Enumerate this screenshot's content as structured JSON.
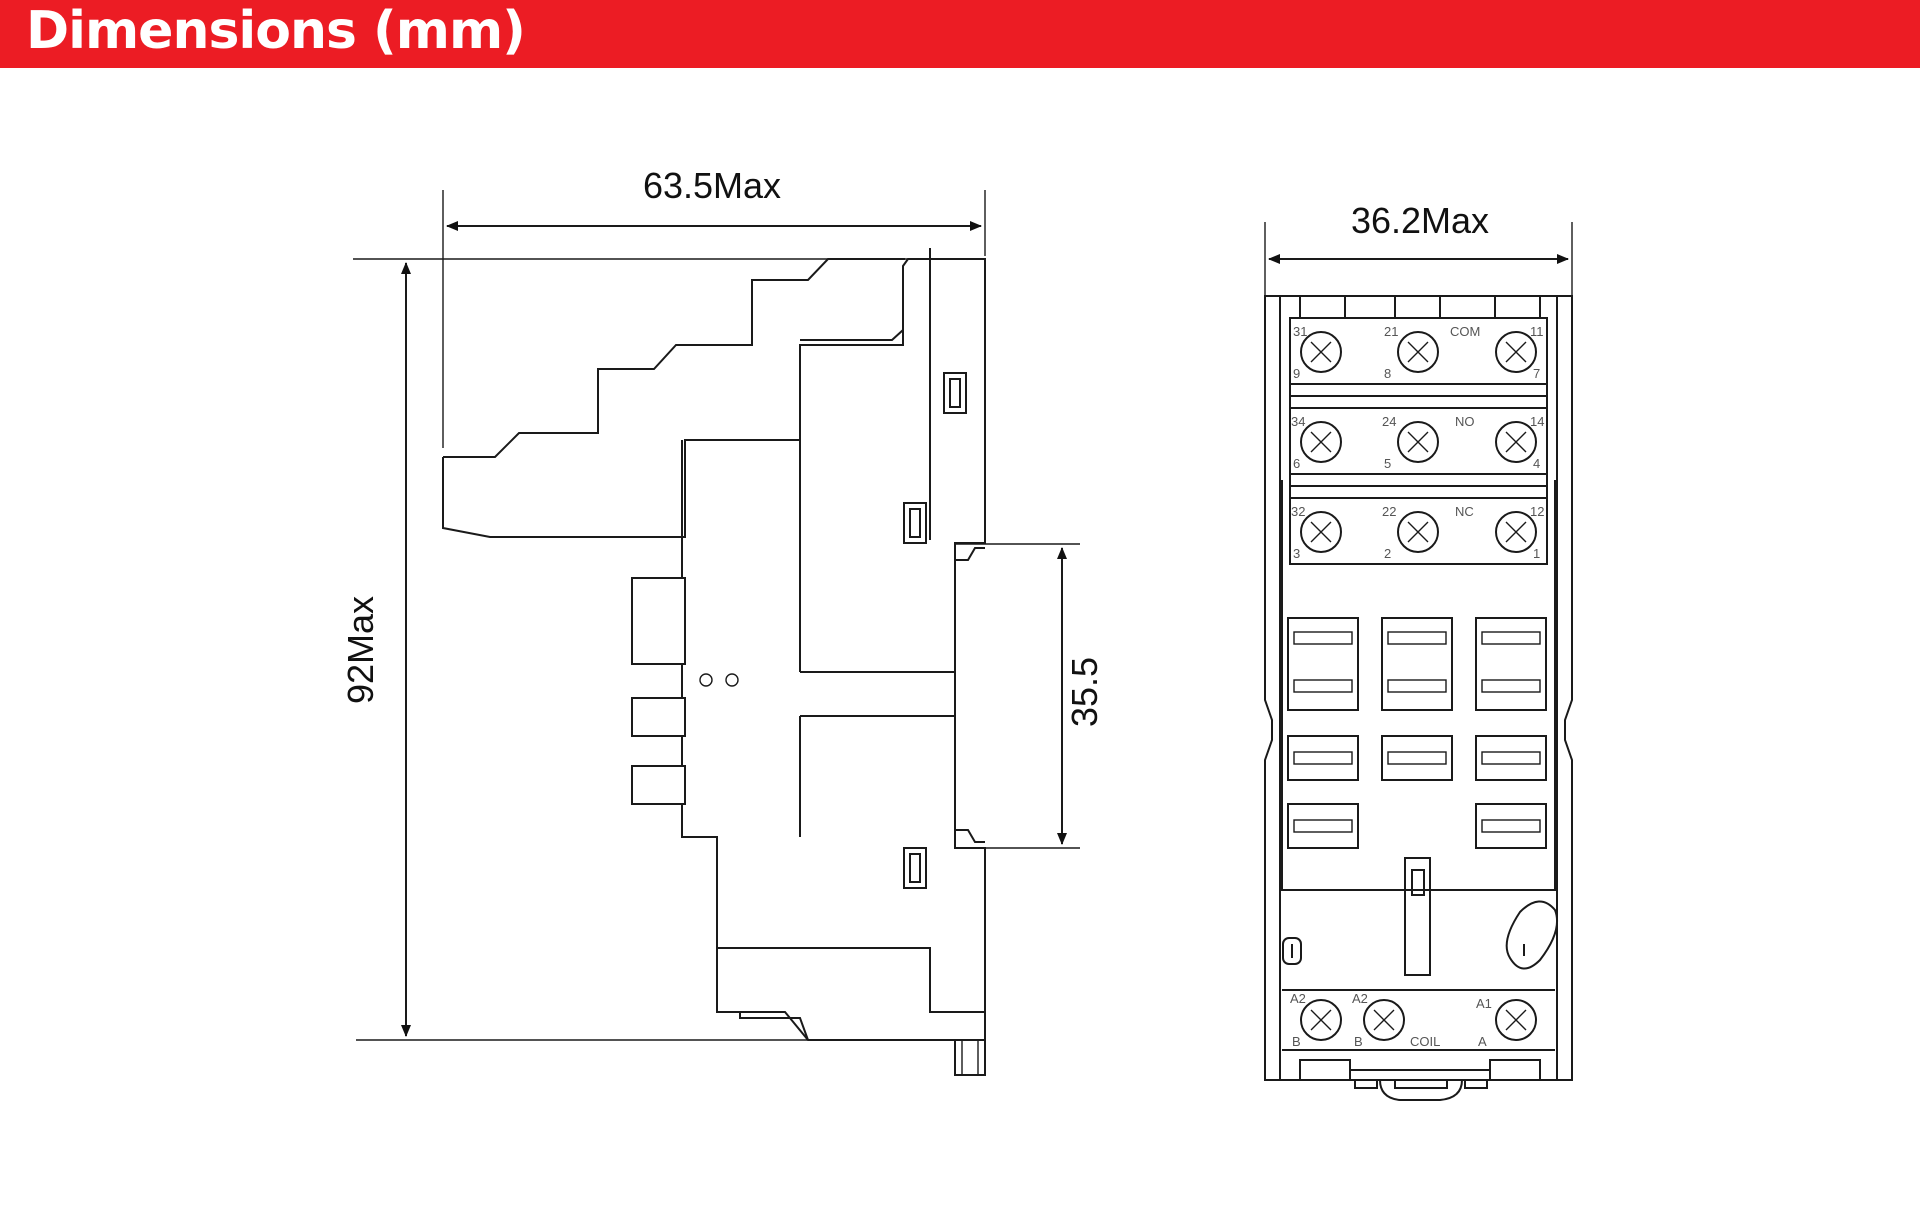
{
  "header": {
    "title": "Dimensions (mm)",
    "color": "#ec1c24"
  },
  "side_view": {
    "width_label": "63.5Max",
    "height_label": "92Max",
    "rail_label": "35.5"
  },
  "front_view": {
    "width_label": "36.2Max",
    "row1": {
      "labels_top": [
        "31",
        "21",
        "COM",
        "11"
      ],
      "labels_bottom": [
        "9",
        "8",
        "7"
      ]
    },
    "row2": {
      "labels_top": [
        "34",
        "24",
        "NO",
        "14"
      ],
      "labels_bottom": [
        "6",
        "5",
        "4"
      ]
    },
    "row3": {
      "labels_top": [
        "32",
        "22",
        "NC",
        "12"
      ],
      "labels_bottom": [
        "3",
        "2",
        "1"
      ]
    },
    "coil_row": {
      "labels_top": [
        "A2",
        "A2",
        "A1"
      ],
      "labels_bottom": [
        "B",
        "B",
        "COIL",
        "A"
      ]
    }
  }
}
